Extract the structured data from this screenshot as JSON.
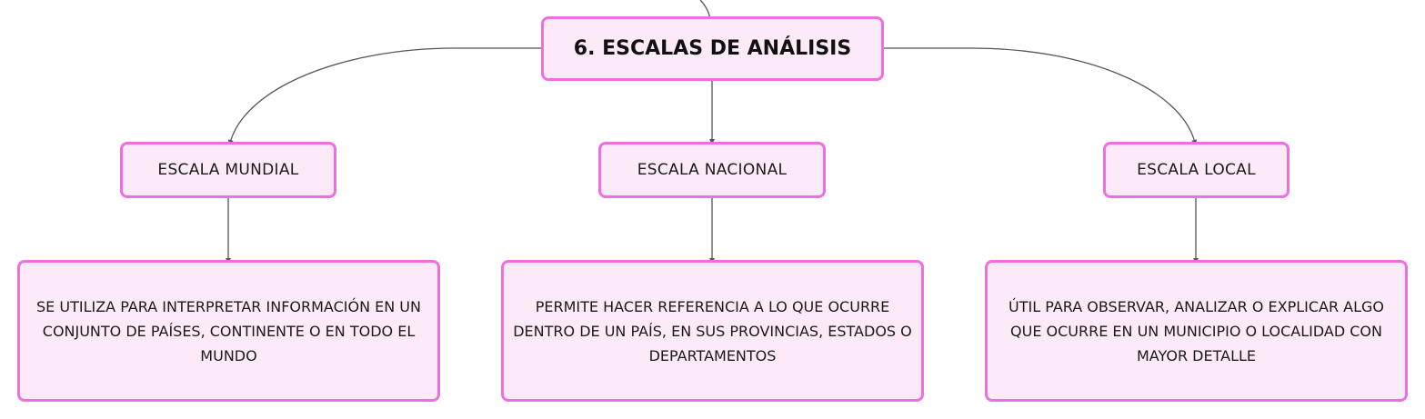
{
  "colors": {
    "node_fill": "#fdeaf8",
    "node_border": "#ef6ee0",
    "connector": "#555555"
  },
  "root": {
    "label": "6. ESCALAS DE ANÁLISIS"
  },
  "scales": [
    {
      "label": "ESCALA MUNDIAL",
      "description": "SE UTILIZA PARA INTERPRETAR INFORMACIÓN EN UN CONJUNTO DE PAÍSES, CONTINENTE O EN TODO EL MUNDO"
    },
    {
      "label": "ESCALA NACIONAL",
      "description": "PERMITE HACER REFERENCIA A LO QUE OCURRE DENTRO DE UN PAÍS, EN SUS PROVINCIAS, ESTADOS O DEPARTAMENTOS"
    },
    {
      "label": "ESCALA LOCAL",
      "description": "ÚTIL PARA OBSERVAR, ANALIZAR O EXPLICAR ALGO QUE OCURRE EN UN MUNICIPIO O LOCALIDAD CON MAYOR DETALLE"
    }
  ]
}
